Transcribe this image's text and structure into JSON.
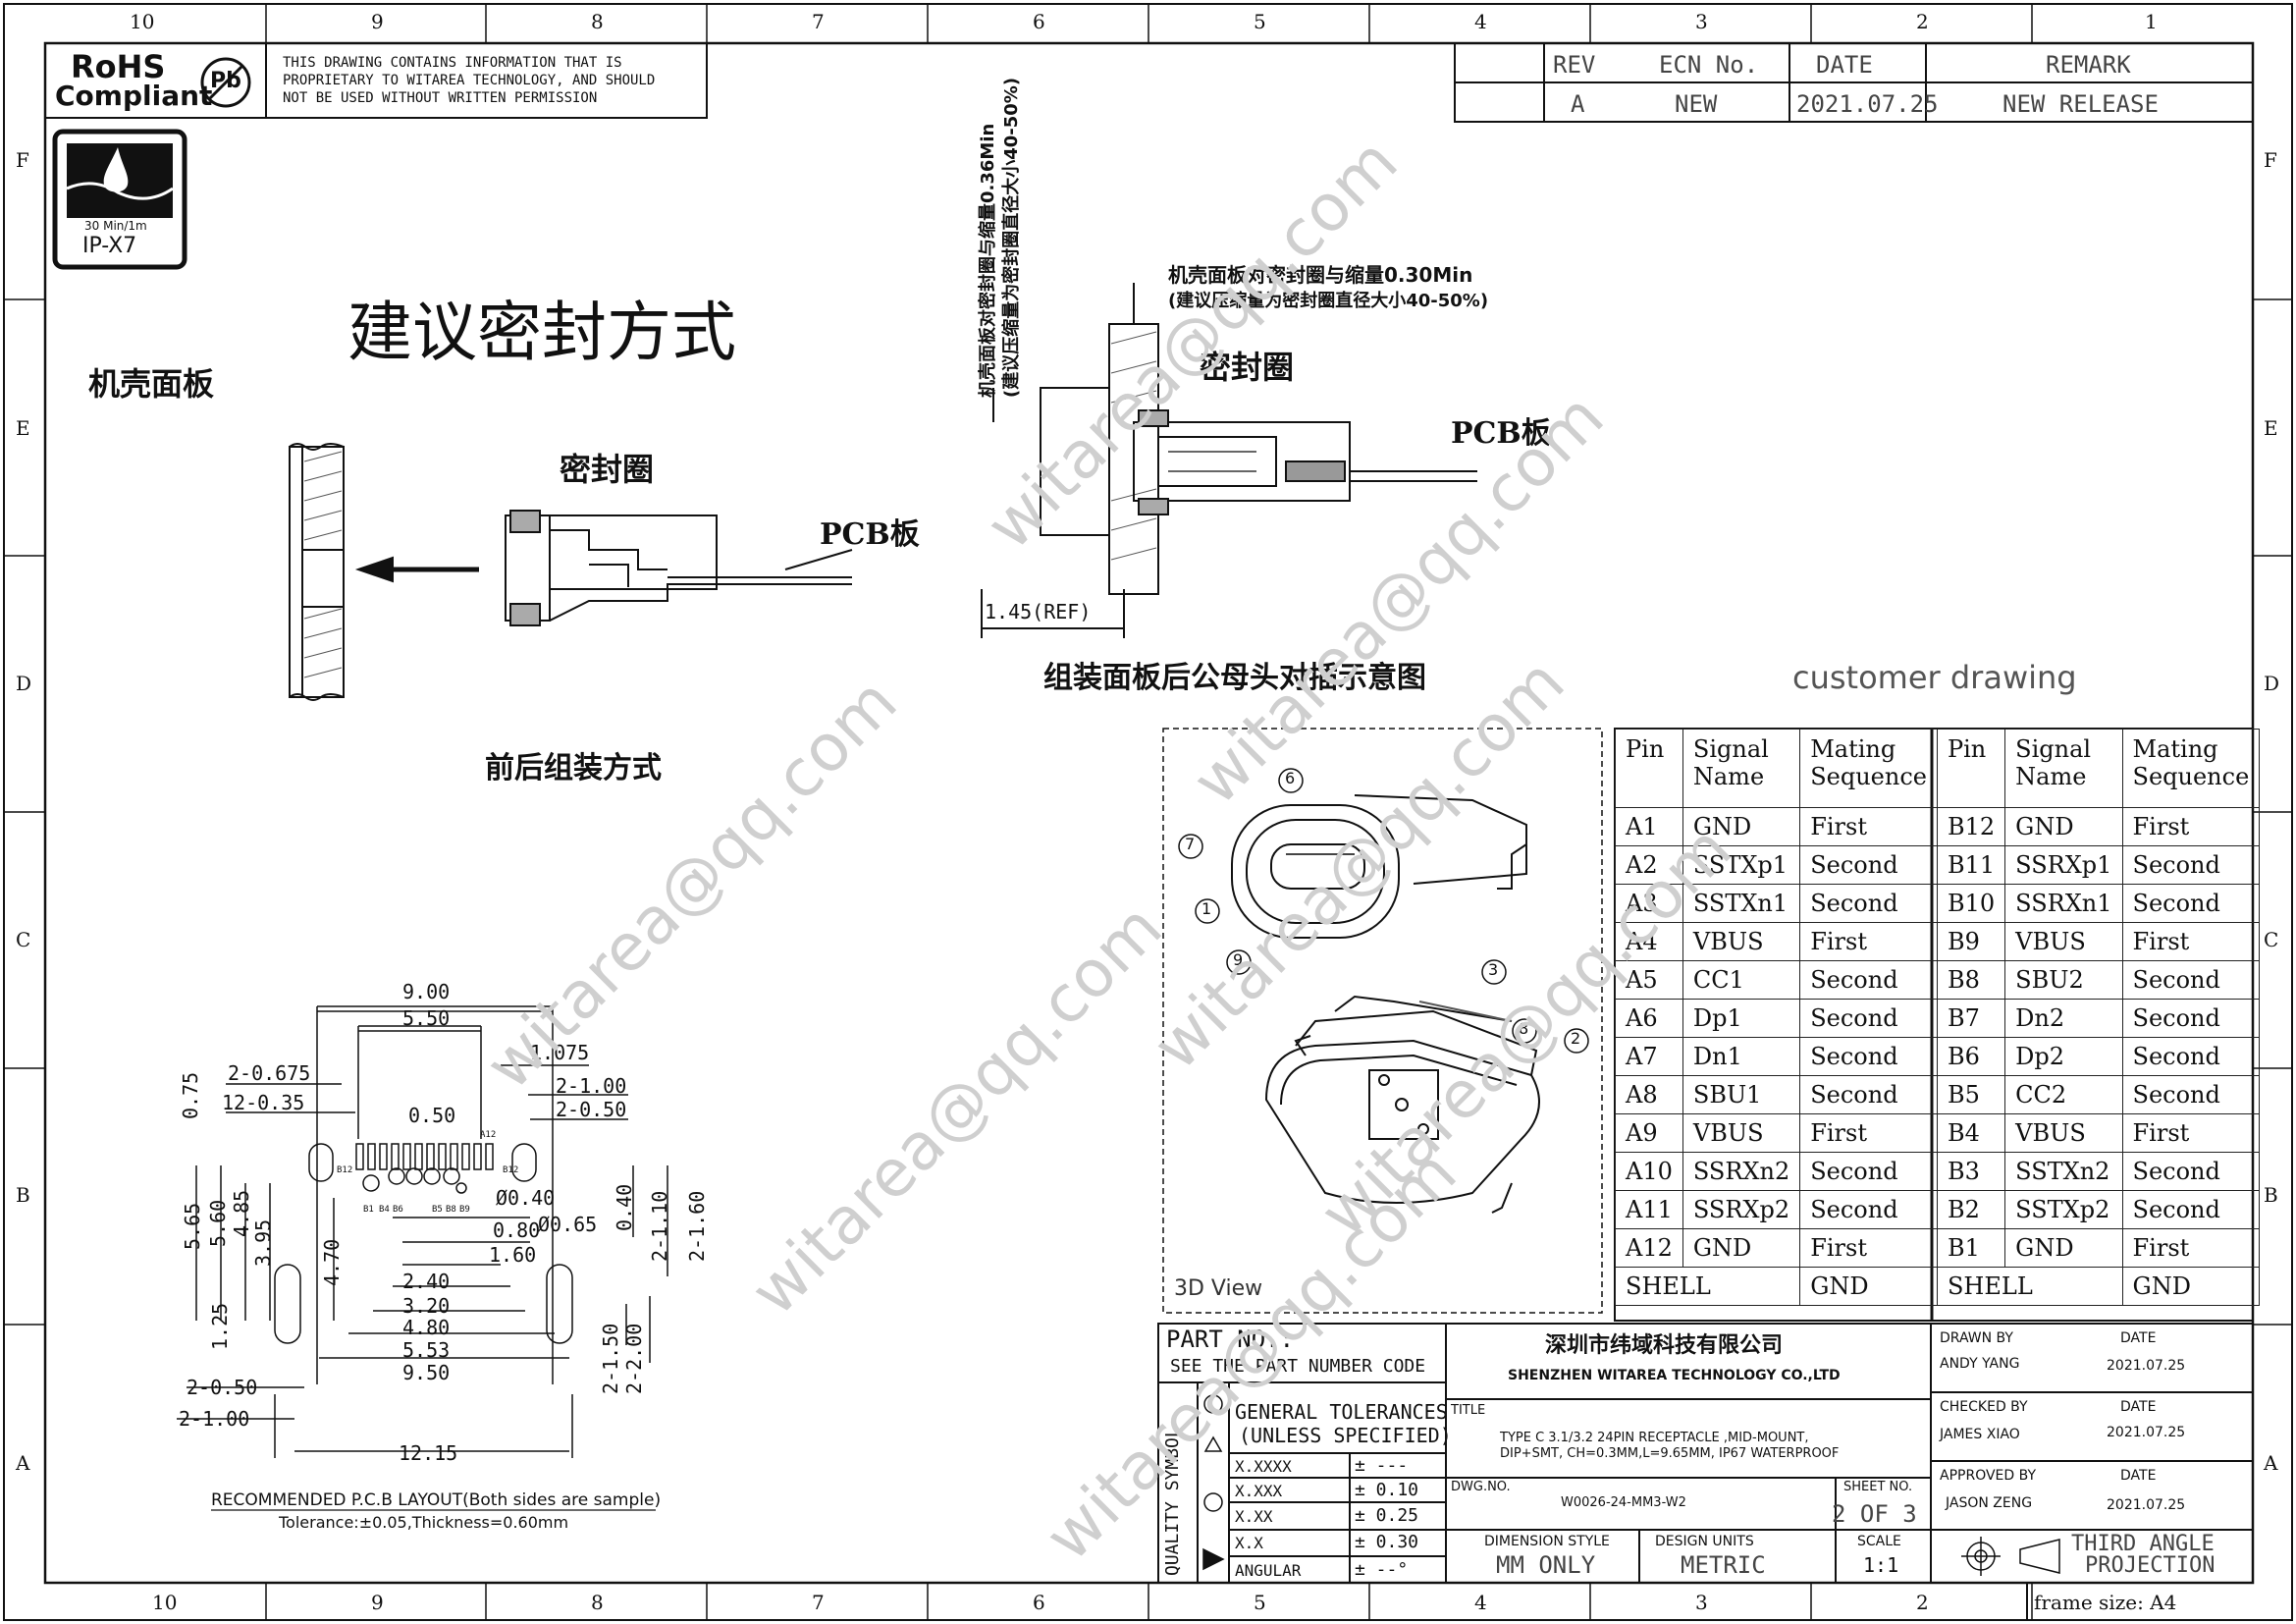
{
  "border": {
    "top_numbers": [
      "10",
      "9",
      "8",
      "7",
      "6",
      "5",
      "4",
      "3",
      "2",
      "1"
    ],
    "bottom_numbers": [
      "10",
      "9",
      "8",
      "7",
      "6",
      "5",
      "4",
      "3",
      "2"
    ],
    "side_letters": [
      "F",
      "E",
      "D",
      "C",
      "B",
      "A"
    ],
    "frame_size": "frame size: A4"
  },
  "rohs": {
    "title_line1": "RoHS",
    "title_line2": "Compliant",
    "pb_symbol": "Pb"
  },
  "proprietary": [
    "THIS DRAWING CONTAINS INFORMATION THAT IS",
    "PROPRIETARY TO WITAREA TECHNOLOGY, AND SHOULD",
    "NOT BE USED WITHOUT WRITTEN PERMISSION"
  ],
  "ip_badge": {
    "small_text": "30 Min/1m",
    "rating": "IP-X7"
  },
  "revision": {
    "headers": [
      "REV",
      "ECN No.",
      "DATE",
      "REMARK"
    ],
    "row": [
      "A",
      "NEW",
      "2021.07.25",
      "NEW RELEASE"
    ]
  },
  "sealing": {
    "title": "建议密封方式",
    "panel_label": "机壳面板",
    "seal_label": "密封圈",
    "pcb_label": "PCB板",
    "assembly_caption": "前后组装方式"
  },
  "mating_view": {
    "vertical_note_line1": "机壳面板对密封圈与缩量0.36Min",
    "vertical_note_line2": "(建议压缩量为密封圈直径大小40-50%)",
    "note_line1": "机壳面板对密封圈与缩量0.30Min",
    "note_line2": "(建议压缩量为密封圈直径大小40-50%)",
    "seal_label": "密封圈",
    "pcb_label": "PCB板",
    "ref_dim": "1.45(REF)",
    "caption": "组装面板后公母头对插示意图"
  },
  "customer_drawing": "customer drawing",
  "view_3d": {
    "label": "3D View",
    "balloons": [
      "6",
      "7",
      "1",
      "9",
      "3",
      "8",
      "2"
    ]
  },
  "pin_table": {
    "headers": [
      "Pin",
      "Signal Name",
      "Mating Sequence",
      "Pin",
      "Signal Name",
      "Mating Sequence"
    ],
    "rows": [
      [
        "A1",
        "GND",
        "First",
        "B12",
        "GND",
        "First"
      ],
      [
        "A2",
        "SSTXp1",
        "Second",
        "B11",
        "SSRXp1",
        "Second"
      ],
      [
        "A3",
        "SSTXn1",
        "Second",
        "B10",
        "SSRXn1",
        "Second"
      ],
      [
        "A4",
        "VBUS",
        "First",
        "B9",
        "VBUS",
        "First"
      ],
      [
        "A5",
        "CC1",
        "Second",
        "B8",
        "SBU2",
        "Second"
      ],
      [
        "A6",
        "Dp1",
        "Second",
        "B7",
        "Dn2",
        "Second"
      ],
      [
        "A7",
        "Dn1",
        "Second",
        "B6",
        "Dp2",
        "Second"
      ],
      [
        "A8",
        "SBU1",
        "Second",
        "B5",
        "CC2",
        "Second"
      ],
      [
        "A9",
        "VBUS",
        "First",
        "B4",
        "VBUS",
        "First"
      ],
      [
        "A10",
        "SSRXn2",
        "Second",
        "B3",
        "SSTXn2",
        "Second"
      ],
      [
        "A11",
        "SSRXp2",
        "Second",
        "B2",
        "SSTXp2",
        "Second"
      ],
      [
        "A12",
        "GND",
        "First",
        "B1",
        "GND",
        "First"
      ]
    ],
    "shell_row": [
      "SHELL",
      "GND",
      "SHELL",
      "GND"
    ]
  },
  "pcb_layout": {
    "dims": [
      "9.00",
      "5.50",
      "1.075",
      "2-0.675",
      "2-1.00",
      "12-0.35",
      "2-0.50",
      "0.50",
      "0.75",
      "5.65",
      "5.60",
      "4.85",
      "3.95",
      "4.70",
      "Ø0.40",
      "0.80",
      "Ø0.65",
      "0.40",
      "2-1.10",
      "2-1.60",
      "1.60",
      "2.40",
      "3.20",
      "4.80",
      "5.53",
      "9.50",
      "1.25",
      "2-1.50",
      "2-2.00",
      "2-0.50",
      "2-1.00",
      "12.15"
    ],
    "caption": "RECOMMENDED P.C.B LAYOUT(Both sides are sample)",
    "tolerance": "Tolerance:±0.05,Thickness=0.60mm",
    "pad_labels_top": [
      "A12"
    ],
    "pad_labels_bottom": [
      "B12",
      "B1",
      "B4",
      "B6",
      "B5",
      "B8",
      "B9",
      "B12"
    ]
  },
  "title_block": {
    "part_no_label": "PART NO.:",
    "part_no_value": "SEE THE PART NUMBER CODE",
    "company_cn": "深圳市纬域科技有限公司",
    "company_en": "SHENZHEN WITAREA TECHNOLOGY CO.,LTD",
    "quality_symbol": "QUALITY SYMBOL",
    "gen_tol_line1": "GENERAL TOLERANCES",
    "gen_tol_line2": "(UNLESS SPECIFIED)",
    "tolerances": [
      [
        "X.XXXX",
        "± ---"
      ],
      [
        "X.XXX",
        "± 0.10"
      ],
      [
        "X.XX",
        "± 0.25"
      ],
      [
        "X.X",
        "± 0.30"
      ],
      [
        "ANGULAR",
        "± --°"
      ]
    ],
    "title_label": "TITLE",
    "title_line1": "TYPE C 3.1/3.2 24PIN RECEPTACLE ,MID-MOUNT,",
    "title_line2": "DIP+SMT, CH=0.3MM,L=9.65MM, IP67 WATERPROOF",
    "dwg_label": "DWG.NO.",
    "dwg_no": "W0026-24-MM3-W2",
    "sheet_label": "SHEET NO.",
    "sheet_value": "2 OF 3",
    "dim_style_label": "DIMENSION STYLE",
    "dim_style_value": "MM ONLY",
    "units_label": "DESIGN UNITS",
    "units_value": "METRIC",
    "scale_label": "SCALE",
    "scale_value": "1:1",
    "drawn_by": "DRAWN BY",
    "drawn_name": "ANDY YANG",
    "checked_by": "CHECKED BY",
    "checked_name": "JAMES XIAO",
    "approved_by": "APPROVED BY",
    "approved_name": "JASON ZENG",
    "date_label": "DATE",
    "date_value": "2021.07.25",
    "projection_line1": "THIRD ANGLE",
    "projection_line2": "PROJECTION"
  },
  "watermark": "witarea@qq.com"
}
